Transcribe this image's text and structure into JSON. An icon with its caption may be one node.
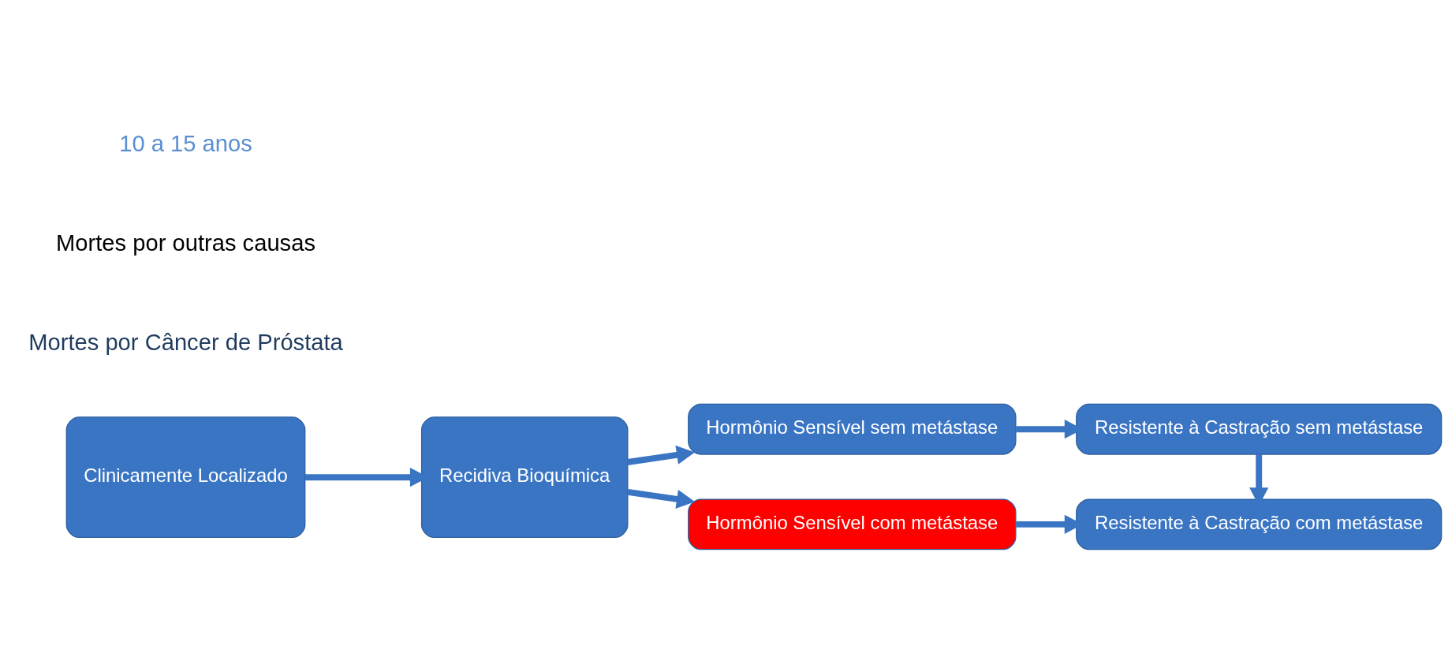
{
  "diagram": {
    "nodes": [
      {
        "text": [
          "Clinicamente Localizado"
        ]
      },
      {
        "text": [
          "Recidiva Bioquímica"
        ]
      },
      {
        "text": [
          "Hormônio Sensível sem metástase"
        ]
      },
      {
        "text": [
          "Resistente à Castração sem metástase"
        ]
      },
      {
        "text": [
          "Hormônio Sensível com metástase"
        ]
      },
      {
        "text": [
          "Resistente à Castração com metástase"
        ]
      }
    ],
    "edges": [
      {
        "from": 0,
        "to": 1,
        "arrow": "to"
      },
      {
        "from": 1,
        "to": 2,
        "arrow": "to"
      },
      {
        "from": 1,
        "to": 4,
        "arrow": "to"
      },
      {
        "from": 2,
        "to": 3,
        "arrow": "to"
      },
      {
        "from": 3,
        "to": 5,
        "arrow": "to"
      },
      {
        "from": 4,
        "to": 5,
        "arrow": "to"
      }
    ],
    "labels": [
      "Mortes por Câncer de Próstata",
      "Mortes por outras causas",
      "10 a 15 anos"
    ]
  }
}
